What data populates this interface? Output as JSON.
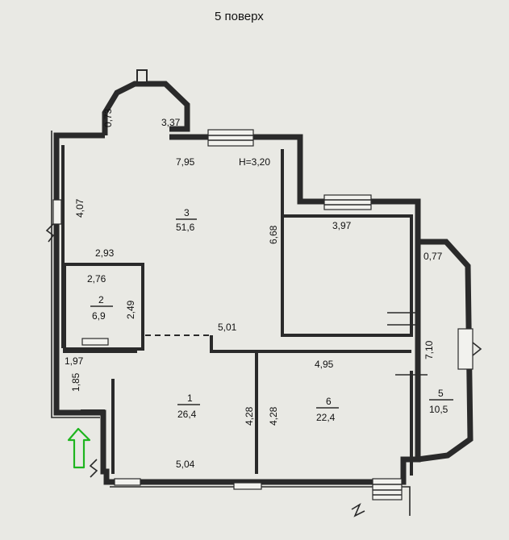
{
  "title": "5 поверх",
  "height_note": "H=3,20",
  "dimensions": {
    "bay_top_left_height": "0,73",
    "bay_top_right_width": "3,37",
    "room3_top_width": "7,95",
    "room3_left_height": "4,07",
    "room3_right_height": "6,68",
    "room2_top_width": "2,93",
    "room2_inner_width": "2,76",
    "room2_height": "2,49",
    "room1_top_width": "5,01",
    "corridor_width": "1,97",
    "corridor_height": "1,85",
    "room1_height": "4,28",
    "room1_bottom_width": "5,04",
    "room6_height": "4,28",
    "room6_top_width": "4,95",
    "room_upper_right_width": "3,97",
    "balcony_top_width": "0,77",
    "balcony_height": "7,10"
  },
  "rooms": [
    {
      "number": "3",
      "area": "51,6"
    },
    {
      "number": "2",
      "area": "6,9"
    },
    {
      "number": "1",
      "area": "26,4"
    },
    {
      "number": "6",
      "area": "22,4"
    },
    {
      "number": "5",
      "area": "10,5"
    }
  ],
  "colors": {
    "paper": "#e9e9e4",
    "wall": "#2a2a2a",
    "entrance_arrow": "#1fb51f"
  },
  "icons": [
    "entrance-arrow-icon",
    "window-icon",
    "radiator-icon",
    "wall-break-icon"
  ]
}
